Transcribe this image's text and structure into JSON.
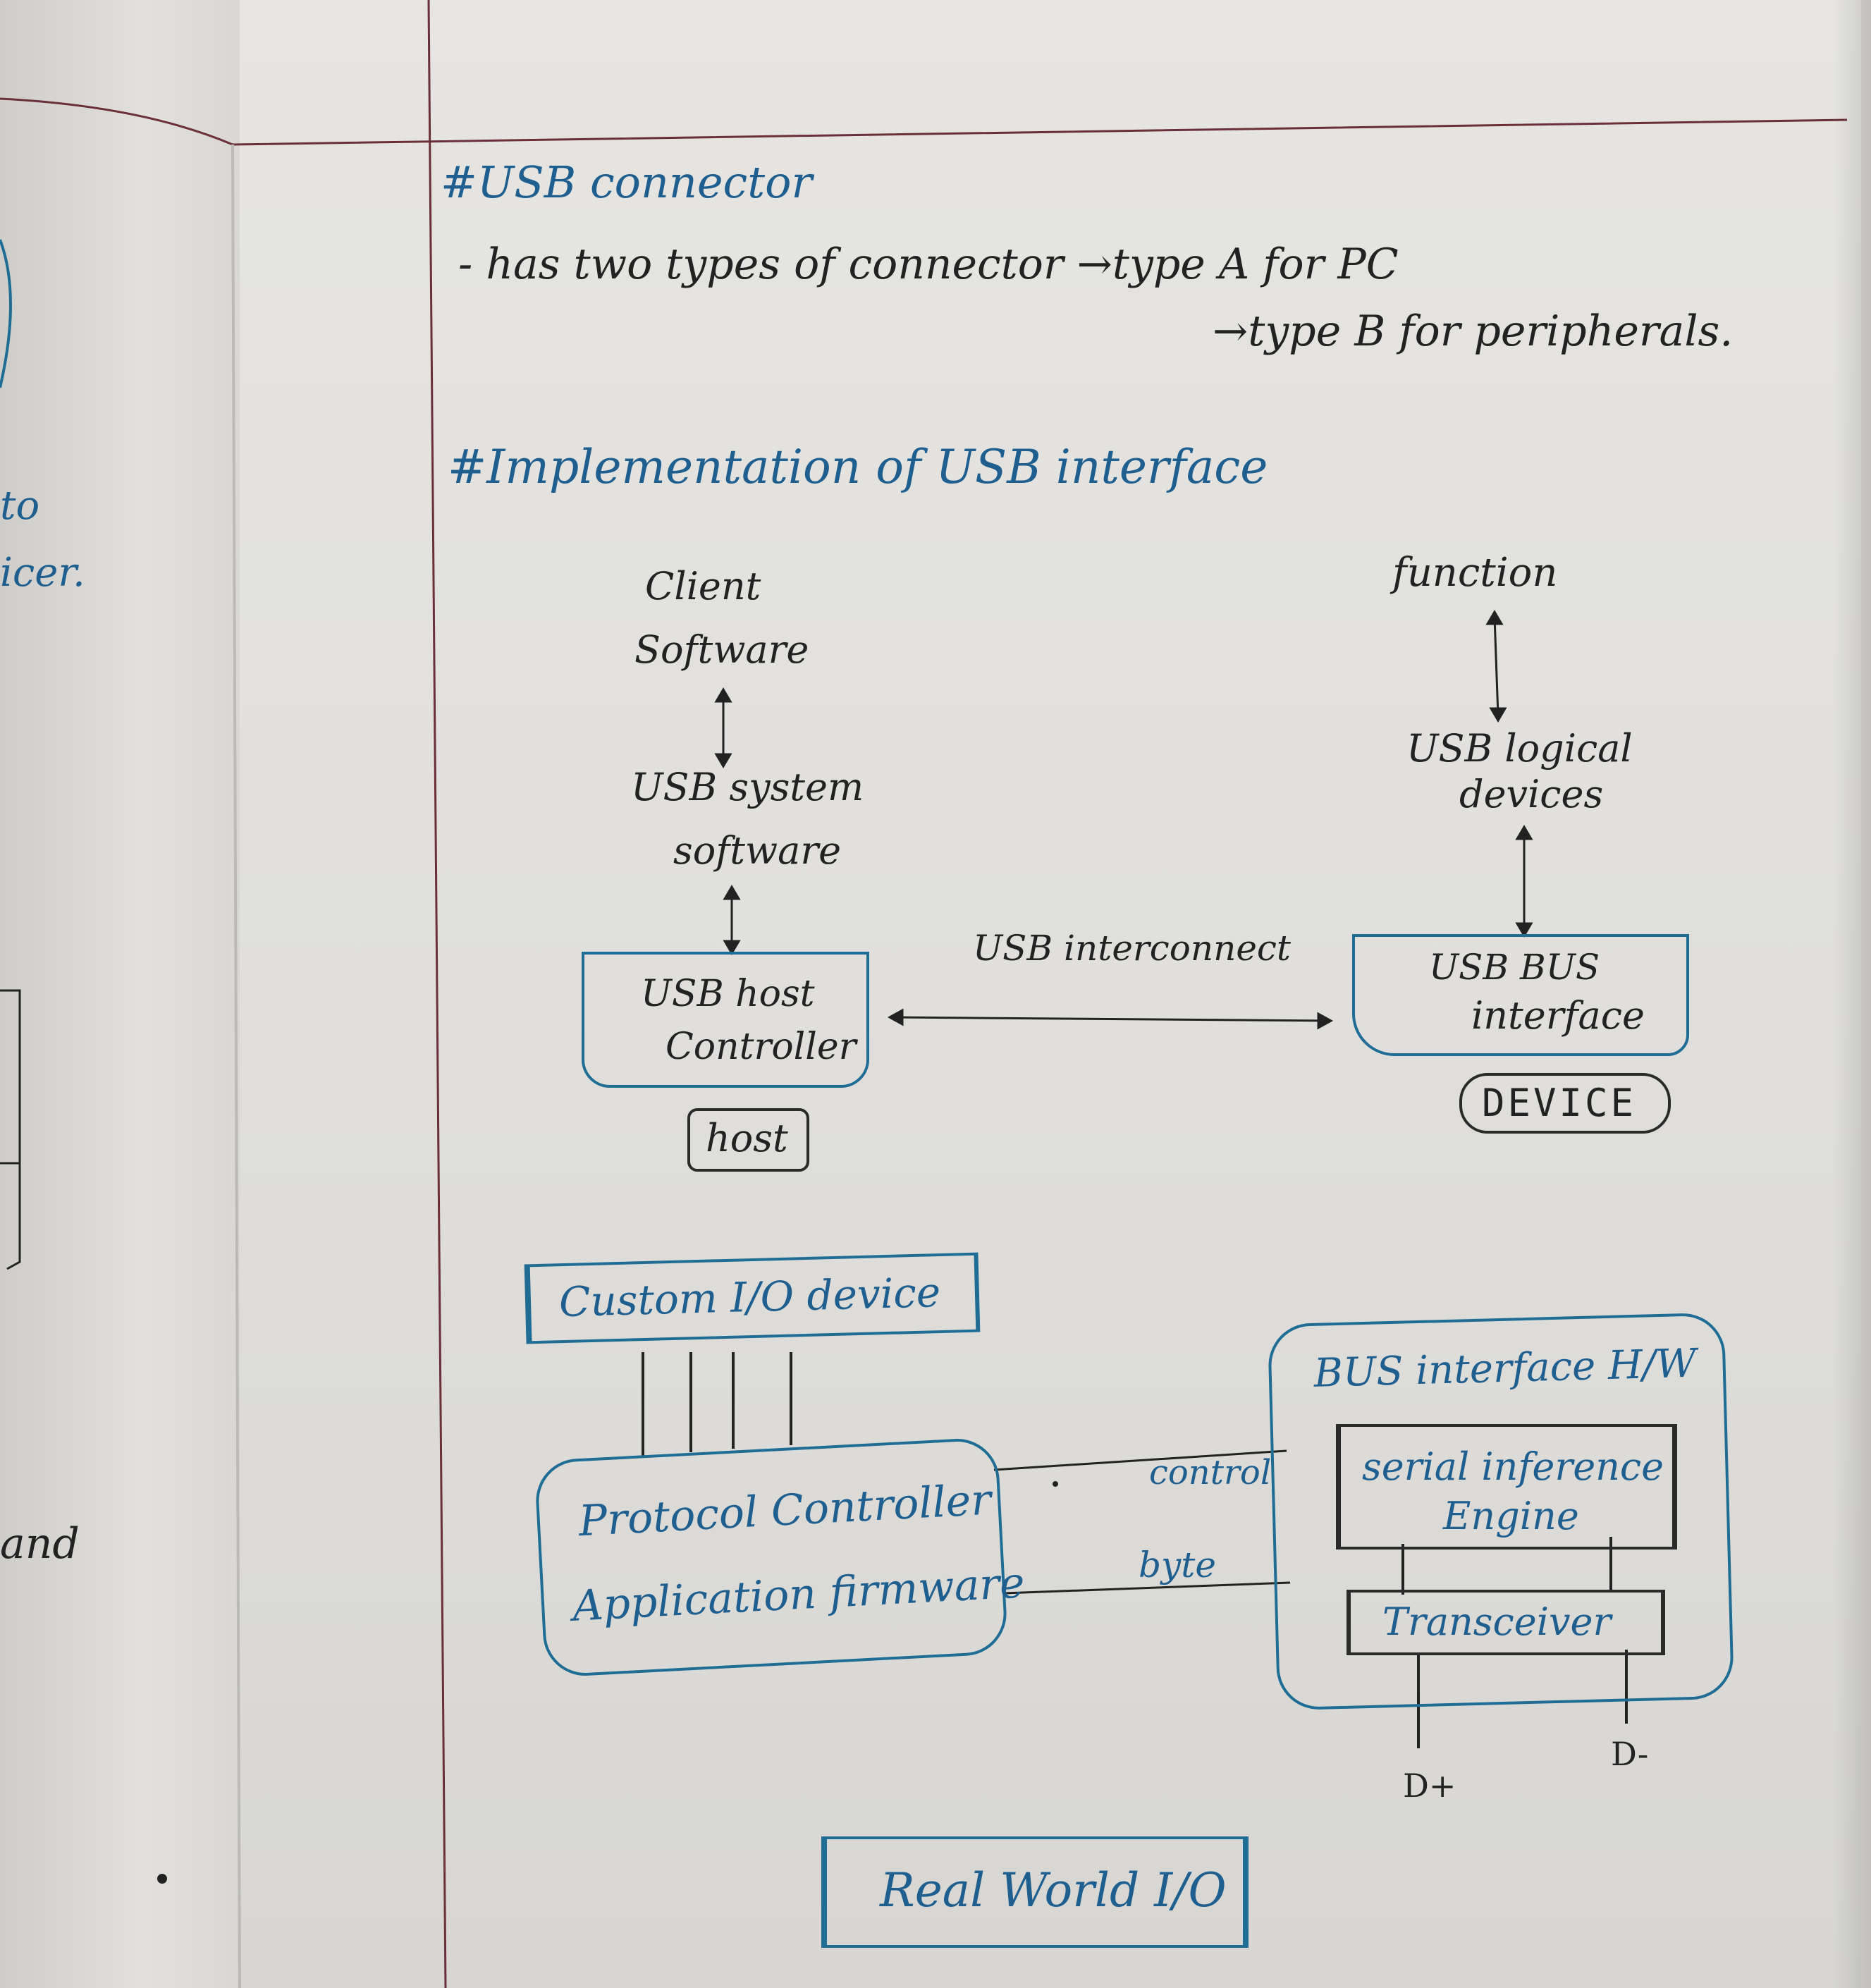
{
  "notebook": {
    "heading_connector": "#USB connector",
    "connector_line": "- has two types of connector →type A for PC",
    "connector_line2": "→type B for peripherals.",
    "heading_impl": "#Implementation of USB interface"
  },
  "left_margin": {
    "frag_to": "to",
    "frag_icer": "icer.",
    "frag_and": "and"
  },
  "diagram1": {
    "client_software_1": "Client",
    "client_software_2": "Software",
    "usb_system_1": "USB system",
    "usb_system_2": "software",
    "host_controller_1": "USB host",
    "host_controller_2": "Controller",
    "host_label": "host",
    "interconnect": "USB interconnect",
    "function": "function",
    "logical_device_1": "USB logical",
    "logical_device_2": "devices",
    "bus_interface_1": "USB BUS",
    "bus_interface_2": "interface",
    "device_label": "DEVICE"
  },
  "diagram2": {
    "custom_io": "Custom I/O device",
    "protocol_1": "Protocol Controller",
    "protocol_2": "Application firmware",
    "control": "control",
    "byte": "byte",
    "bus_interface_hw": "BUS interface H/W",
    "sie_1": "serial inference",
    "sie_2": "Engine",
    "transceiver": "Transceiver",
    "d_plus": "D+",
    "d_minus": "D-",
    "real_world": "Real World I/O"
  }
}
